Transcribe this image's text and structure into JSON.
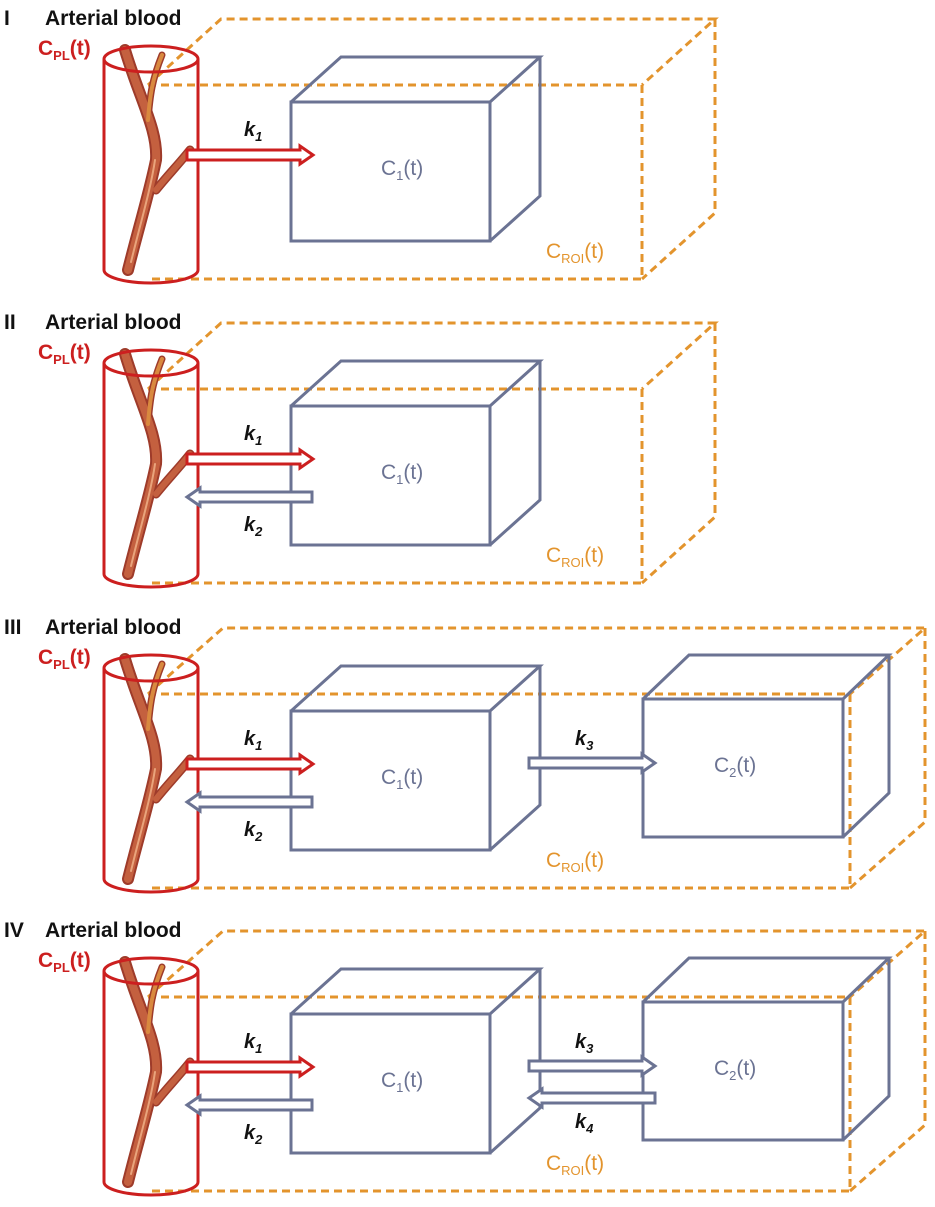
{
  "colors": {
    "blood": "#cc1f1f",
    "roi": "#e3942d",
    "compartment": "#6b7393",
    "vessel": "#c4603f",
    "text": "#111111"
  },
  "panels": [
    {
      "roman": "I",
      "title": "Arterial blood",
      "plasma": {
        "main": "C",
        "sub": "PL",
        "tail": "(t)"
      },
      "roi": {
        "main": "C",
        "sub": "ROI",
        "tail": "(t)"
      },
      "compartments": [
        {
          "main": "C",
          "sub": "1",
          "tail": "(t)"
        }
      ],
      "rates": {
        "k1": {
          "main": "k",
          "sub": "1"
        }
      }
    },
    {
      "roman": "II",
      "title": "Arterial blood",
      "plasma": {
        "main": "C",
        "sub": "PL",
        "tail": "(t)"
      },
      "roi": {
        "main": "C",
        "sub": "ROI",
        "tail": "(t)"
      },
      "compartments": [
        {
          "main": "C",
          "sub": "1",
          "tail": "(t)"
        }
      ],
      "rates": {
        "k1": {
          "main": "k",
          "sub": "1"
        },
        "k2": {
          "main": "k",
          "sub": "2"
        }
      }
    },
    {
      "roman": "III",
      "title": "Arterial blood",
      "plasma": {
        "main": "C",
        "sub": "PL",
        "tail": "(t)"
      },
      "roi": {
        "main": "C",
        "sub": "ROI",
        "tail": "(t)"
      },
      "compartments": [
        {
          "main": "C",
          "sub": "1",
          "tail": "(t)"
        },
        {
          "main": "C",
          "sub": "2",
          "tail": "(t)"
        }
      ],
      "rates": {
        "k1": {
          "main": "k",
          "sub": "1"
        },
        "k2": {
          "main": "k",
          "sub": "2"
        },
        "k3": {
          "main": "k",
          "sub": "3"
        }
      }
    },
    {
      "roman": "IV",
      "title": "Arterial blood",
      "plasma": {
        "main": "C",
        "sub": "PL",
        "tail": "(t)"
      },
      "roi": {
        "main": "C",
        "sub": "ROI",
        "tail": "(t)"
      },
      "compartments": [
        {
          "main": "C",
          "sub": "1",
          "tail": "(t)"
        },
        {
          "main": "C",
          "sub": "2",
          "tail": "(t)"
        }
      ],
      "rates": {
        "k1": {
          "main": "k",
          "sub": "1"
        },
        "k2": {
          "main": "k",
          "sub": "2"
        },
        "k3": {
          "main": "k",
          "sub": "3"
        },
        "k4": {
          "main": "k",
          "sub": "4"
        }
      }
    }
  ]
}
